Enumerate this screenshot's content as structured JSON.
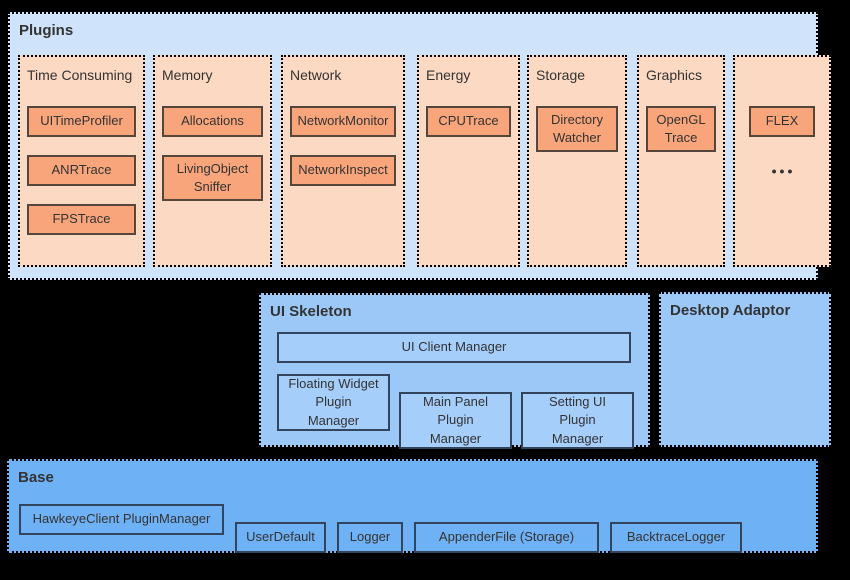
{
  "colors": {
    "page_bg": "#000000",
    "text": "#333333",
    "plugins_bg": "#cfe3fa",
    "column_bg": "#fcd9c2",
    "orange_node_bg": "#f9a57c",
    "orange_node_border": "#54463b",
    "blue_panel_bg": "#9cc8f8",
    "blue_node_bg": "#a6cefb",
    "blue_node_border": "#32455c",
    "base_bg": "#6fb1f5",
    "border_dotted": "#000000"
  },
  "plugins": {
    "title": "Plugins",
    "columns": [
      {
        "title": "Time Consuming",
        "items": [
          "UITimeProfiler",
          "ANRTrace",
          "FPSTrace"
        ]
      },
      {
        "title": "Memory",
        "items": [
          "Allocations",
          "LivingObject\nSniffer"
        ]
      },
      {
        "title": "Network",
        "items": [
          "NetworkMonitor",
          "NetworkInspect"
        ]
      },
      {
        "title": "Energy",
        "items": [
          "CPUTrace"
        ]
      },
      {
        "title": "Storage",
        "items": [
          "Directory\nWatcher"
        ]
      },
      {
        "title": "Graphics",
        "items": [
          "OpenGL\nTrace"
        ]
      },
      {
        "title": "",
        "items": [
          "FLEX"
        ],
        "ellipsis": "•••"
      }
    ]
  },
  "ui_skeleton": {
    "title": "UI Skeleton",
    "client_manager": "UI Client Manager",
    "managers": [
      "Floating Widget\nPlugin\nManager",
      "Main Panel\nPlugin\nManager",
      "Setting UI\nPlugin\nManager"
    ]
  },
  "desktop_adaptor": {
    "title": "Desktop Adaptor"
  },
  "base": {
    "title": "Base",
    "items": [
      "HawkeyeClient PluginManager",
      "UserDefault",
      "Logger",
      "AppenderFile (Storage)",
      "BacktraceLogger"
    ]
  }
}
